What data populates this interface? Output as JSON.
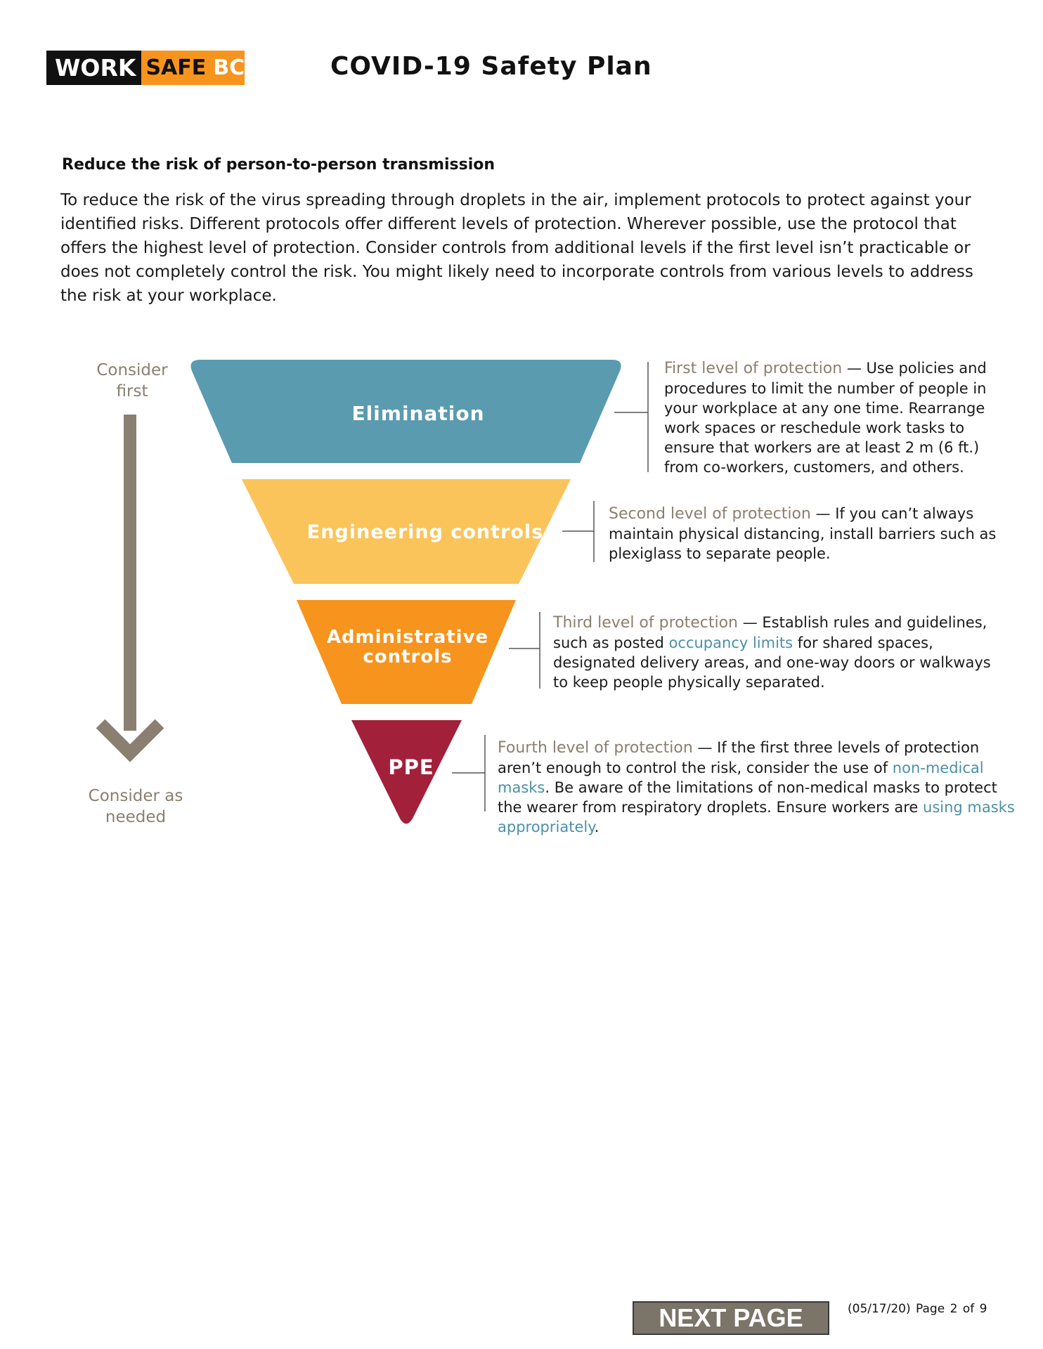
{
  "header": {
    "logo": {
      "work": "WORK",
      "safe": "SAFE",
      "bc": "BC"
    },
    "title": "COVID-19 Safety Plan"
  },
  "section": {
    "heading": "Reduce the risk of person-to-person transmission",
    "intro": "To reduce the risk of the virus spreading through droplets in the air, implement protocols to protect against your identified risks. Different protocols offer different levels of protection. Wherever possible, use the protocol that offers the highest level of protection. Consider controls from additional levels if the first level isn’t practicable or does not completely control the risk. You might likely need to incorporate controls from various levels to address the risk at your workplace."
  },
  "diagram": {
    "consider_first": "Consider first",
    "consider_needed": "Consider as needed",
    "colors": {
      "elimination": "#5a9bb0",
      "engineering": "#fbc45a",
      "administrative": "#f7941d",
      "ppe": "#a3203a",
      "arrow": "#8a7f70",
      "link": "#4a90a8"
    },
    "tiers": [
      {
        "label": "Elimination",
        "level": "First level of protection",
        "desc_pre": "Use policies and procedures to limit the number of people in your workplace at any one time. Rearrange work spaces or reschedule work tasks to ensure that workers are at least 2 m (6 ft.) from co-workers, customers, and others."
      },
      {
        "label": "Engineering controls",
        "level": "Second level of protection",
        "desc_pre": "If you can’t always maintain physical distancing, install barriers such as plexiglass to separate people."
      },
      {
        "label": "Administrative controls",
        "level": "Third level of protection",
        "desc_pre": "Establish rules and guidelines, such as posted",
        "link1": "occupancy limits",
        "desc_post": "for shared spaces, designated delivery areas, and one-way doors or walkways to keep people physically separated."
      },
      {
        "label": "PPE",
        "level": "Fourth level of protection",
        "desc_pre": "If the first three levels of protection aren’t enough to control the risk, consider the use of",
        "link1": "non-medical masks",
        "desc_mid": ". Be aware of the limitations of non-medical masks to protect the wearer from respiratory droplets. Ensure workers are",
        "link2": "using masks appropriately",
        "desc_end": "."
      }
    ]
  },
  "footer": {
    "next_page": "NEXT PAGE",
    "date": "(05/17/20)",
    "page": "Page 2 of 9"
  }
}
